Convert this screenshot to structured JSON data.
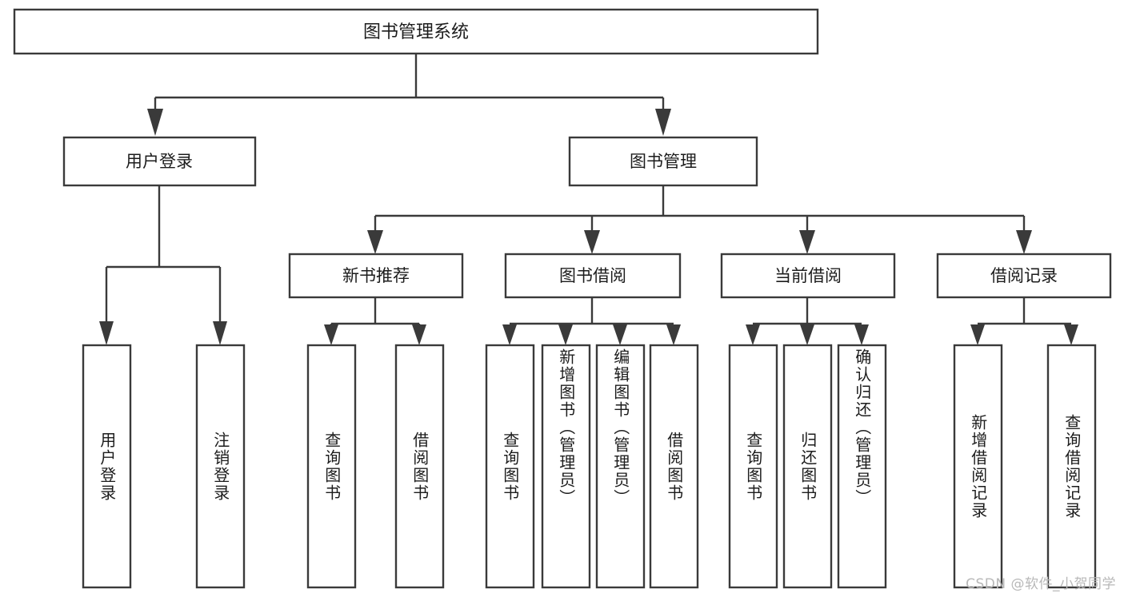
{
  "diagram": {
    "type": "hierarchy-tree",
    "title": "图书管理系统",
    "orientation": "top-down",
    "colors": {
      "stroke": "#3a3a3a",
      "box_fill": "#ffffff",
      "text": "#1c1c1c",
      "background": "#ffffff",
      "watermark": "#b8b8b8"
    },
    "levels": {
      "root": {
        "label": "图书管理系统"
      },
      "level2": [
        {
          "label": "用户登录"
        },
        {
          "label": "图书管理"
        }
      ],
      "level3": [
        {
          "label": "新书推荐"
        },
        {
          "label": "图书借阅"
        },
        {
          "label": "当前借阅"
        },
        {
          "label": "借阅记录"
        }
      ]
    },
    "nodes": {
      "root": "图书管理系统",
      "user_login": "用户登录",
      "book_manage": "图书管理",
      "new_book_rec": "新书推荐",
      "book_borrow": "图书借阅",
      "current_borrow": "当前借阅",
      "borrow_record": "借阅记录"
    },
    "leaves": {
      "user_login": [
        "用户登录",
        "注销登录"
      ],
      "new_book_rec": [
        "查询图书",
        "借阅图书"
      ],
      "book_borrow": [
        "查询图书",
        "新增图书（管理员）",
        "编辑图书（管理员）",
        "借阅图书"
      ],
      "current_borrow": [
        "查询图书",
        "归还图书",
        "确认归还（管理员）"
      ],
      "borrow_record": [
        "新增借阅记录",
        "查询借阅记录"
      ]
    },
    "watermark": "CSDN @软件_小贺同学"
  }
}
